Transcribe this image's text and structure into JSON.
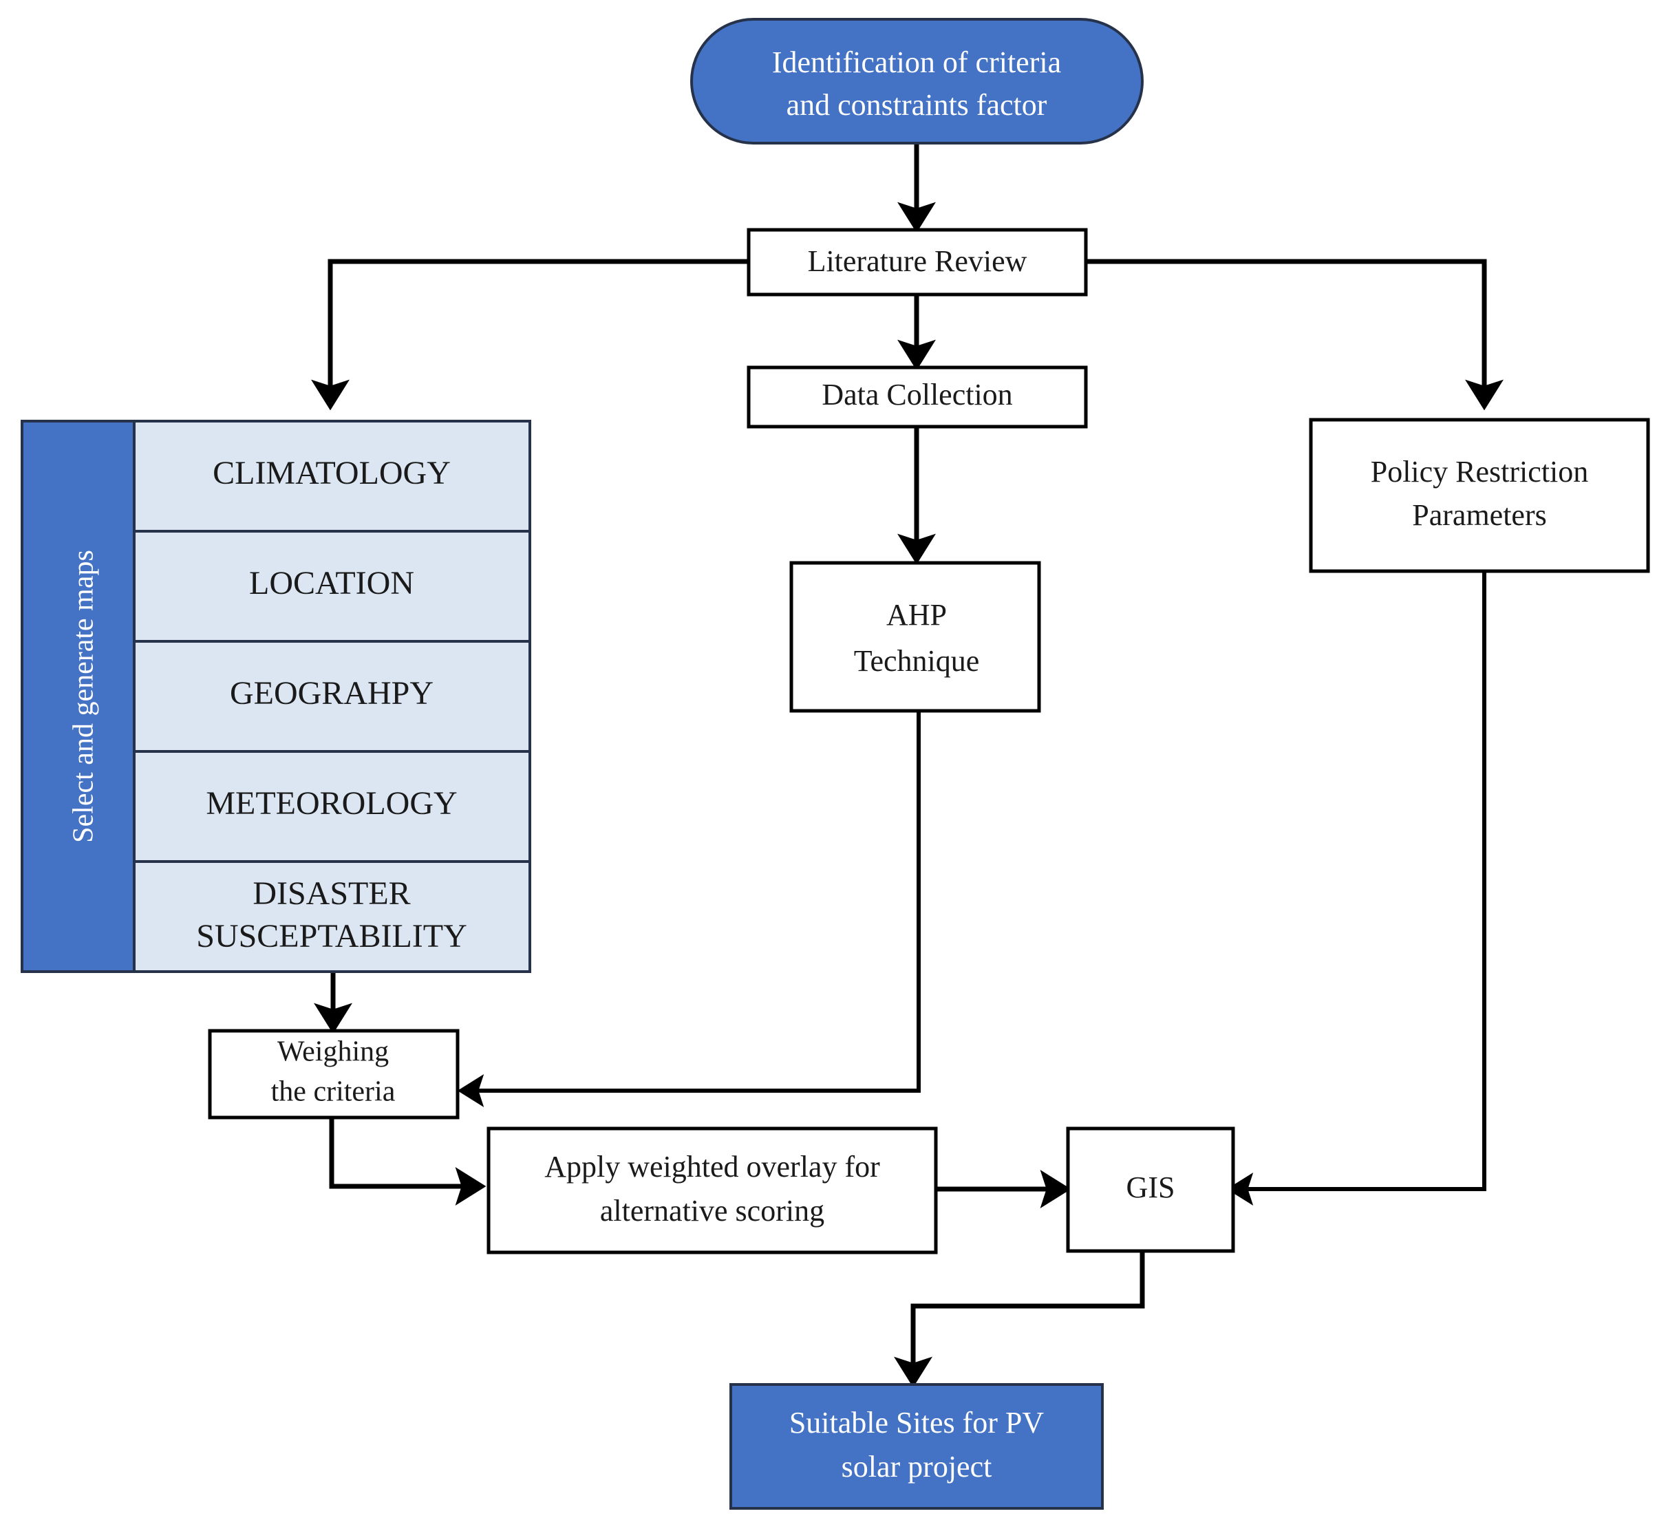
{
  "diagram": {
    "title": "Methodology flowchart for PV solar site suitability using GIS and AHP",
    "colors": {
      "accent_blue": "#4472C4",
      "panel_light_blue": "#DCE6F2",
      "border_dark": "#26324A",
      "line_black": "#000000",
      "box_white": "#FFFFFF",
      "text_dark": "#1A1A1A",
      "text_light": "#FFFFFF"
    }
  },
  "nodes": {
    "start": {
      "shape": "rounded-terminator",
      "line1": "Identification  of criteria",
      "line2": "and constraints  factor"
    },
    "literature_review": {
      "shape": "rectangle",
      "label": "Literature  Review"
    },
    "data_collection": {
      "shape": "rectangle",
      "label": "Data Collection"
    },
    "ahp": {
      "shape": "rectangle",
      "line1": "AHP",
      "line2": "Technique"
    },
    "policy": {
      "shape": "rectangle",
      "line1": "Policy  Restriction",
      "line2": "Parameters"
    },
    "weighing": {
      "shape": "rectangle",
      "line1": "Weighing",
      "line2": "the  criteria"
    },
    "overlay": {
      "shape": "rectangle",
      "line1": "Apply  weighted  overlay  for",
      "line2": "alternative  scoring"
    },
    "gis": {
      "shape": "rectangle",
      "label": "GIS"
    },
    "result": {
      "shape": "rectangle-filled",
      "line1": "Suitable  Sites for PV",
      "line2": "solar project"
    }
  },
  "criteria_panel": {
    "side_label": "Select and generate maps",
    "rows": [
      {
        "label": "CLIMATOLOGY",
        "line2": ""
      },
      {
        "label": "LOCATION",
        "line2": ""
      },
      {
        "label": "GEOGRAHPY",
        "line2": ""
      },
      {
        "label": "METEOROLOGY",
        "line2": ""
      },
      {
        "label": "DISASTER",
        "line2": "SUSCEPTABILITY"
      }
    ]
  },
  "edges": [
    {
      "from": "start",
      "to": "literature_review",
      "kind": "vertical-arrow"
    },
    {
      "from": "literature_review",
      "to": "criteria_panel",
      "kind": "elbow-left-down-arrow"
    },
    {
      "from": "literature_review",
      "to": "data_collection",
      "kind": "vertical-arrow"
    },
    {
      "from": "literature_review",
      "to": "policy",
      "kind": "elbow-right-down-arrow"
    },
    {
      "from": "data_collection",
      "to": "ahp",
      "kind": "vertical-arrow"
    },
    {
      "from": "criteria_panel",
      "to": "weighing",
      "kind": "vertical-arrow"
    },
    {
      "from": "ahp",
      "to": "weighing",
      "kind": "elbow-down-left-arrow"
    },
    {
      "from": "weighing",
      "to": "overlay",
      "kind": "elbow-down-right-arrow"
    },
    {
      "from": "overlay",
      "to": "gis",
      "kind": "horizontal-arrow"
    },
    {
      "from": "policy",
      "to": "gis",
      "kind": "elbow-down-left-arrow"
    },
    {
      "from": "gis",
      "to": "result",
      "kind": "elbow-down-left-down-arrow"
    }
  ]
}
